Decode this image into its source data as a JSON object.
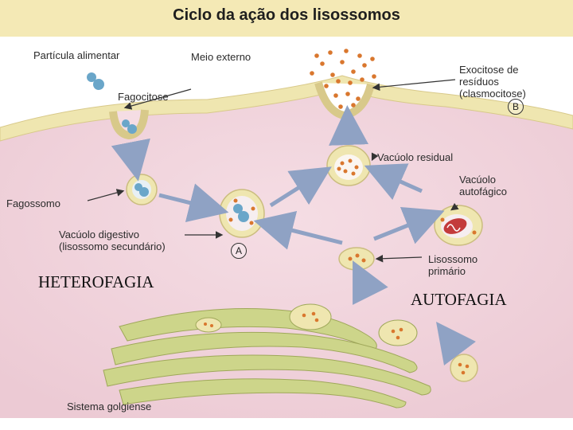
{
  "title": "Ciclo da ação dos lisossomos",
  "labels": {
    "particula": "Partícula alimentar",
    "meio": "Meio externo",
    "exocitose_1": "Exocitose de",
    "exocitose_2": "resíduos",
    "exocitose_3": "(clasmocitose)",
    "fagocitose": "Fagocitose",
    "vacuolo_residual": "Vacúolo residual",
    "vacuolo_autofagico_1": "Vacúolo",
    "vacuolo_autofagico_2": "autofágico",
    "fagossomo": "Fagossomo",
    "vacuolo_digestivo_1": "Vacúolo digestivo",
    "vacuolo_digestivo_2": "(lisossomo secundário)",
    "lisossomo_1": "Lisossomo",
    "lisossomo_2": "primário",
    "sistema": "Sistema golgiense"
  },
  "markers": {
    "a": "A",
    "b": "B"
  },
  "sections": {
    "hetero": "HETEROFAGIA",
    "auto": "AUTOFAGIA"
  },
  "colors": {
    "title_bar": "#f4e9b5",
    "cytoplasm": "#f3d9e0",
    "membrane": "#efe6b0",
    "particle": "#6aa6c9",
    "enzyme_dot": "#d9772e",
    "arrow": "#8fa2c4",
    "mitochondria": "#c33b3b",
    "golgi": "#cdd58a"
  }
}
